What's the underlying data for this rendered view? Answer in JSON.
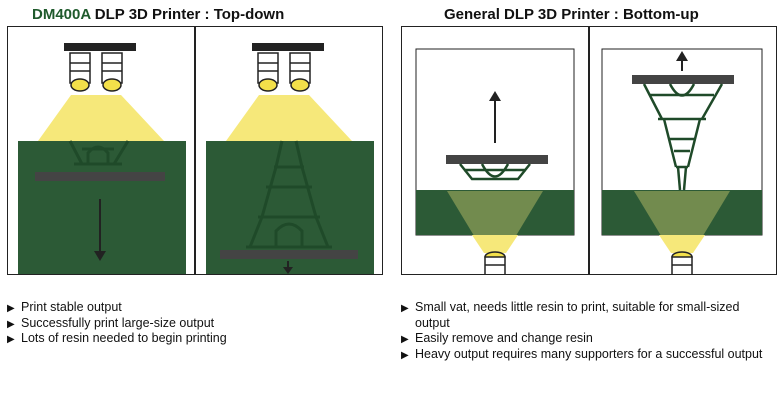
{
  "left": {
    "brand": "DM400A",
    "title": " DLP 3D Printer : Top-down",
    "bullets": [
      "Print stable output",
      "Successfully print large-size output",
      "Lots of resin needed to begin printing"
    ]
  },
  "right": {
    "title": "General DLP 3D Printer : Bottom-up",
    "bullets": [
      "Small vat, needs little resin to print, suitable for  small-sized output",
      "Easily remove and change resin",
      "Heavy output requires many supporters for a successful output"
    ]
  },
  "icons": {
    "bullet": "triangle-right-icon",
    "projector": "projector-icon",
    "arrow": "arrow-icon"
  },
  "colors": {
    "resin": "#2c5a36",
    "resin_light": "#3d6b44",
    "light": "#f6e87a",
    "platform": "#444444",
    "tower": "#1f4a29"
  }
}
